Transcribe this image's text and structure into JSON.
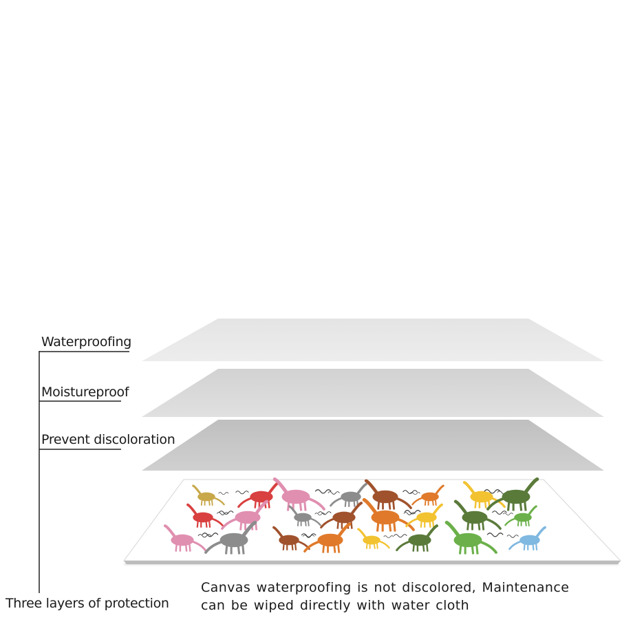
{
  "layers": [
    {
      "label": "Waterproofing",
      "color": "#e9e9e9"
    },
    {
      "label": "Moistureproof",
      "color": "#dbdbdb"
    },
    {
      "label": "Prevent  discoloration",
      "color": "#cbcbcb"
    }
  ],
  "summary": "Three layers of protection",
  "caption": {
    "line1": "Canvas waterproofing is not discolored, Maintenance",
    "line2": "can be wiped directly with water cloth"
  },
  "print": {
    "background": "#ffffff",
    "edge_color": "#d6d6d6"
  }
}
